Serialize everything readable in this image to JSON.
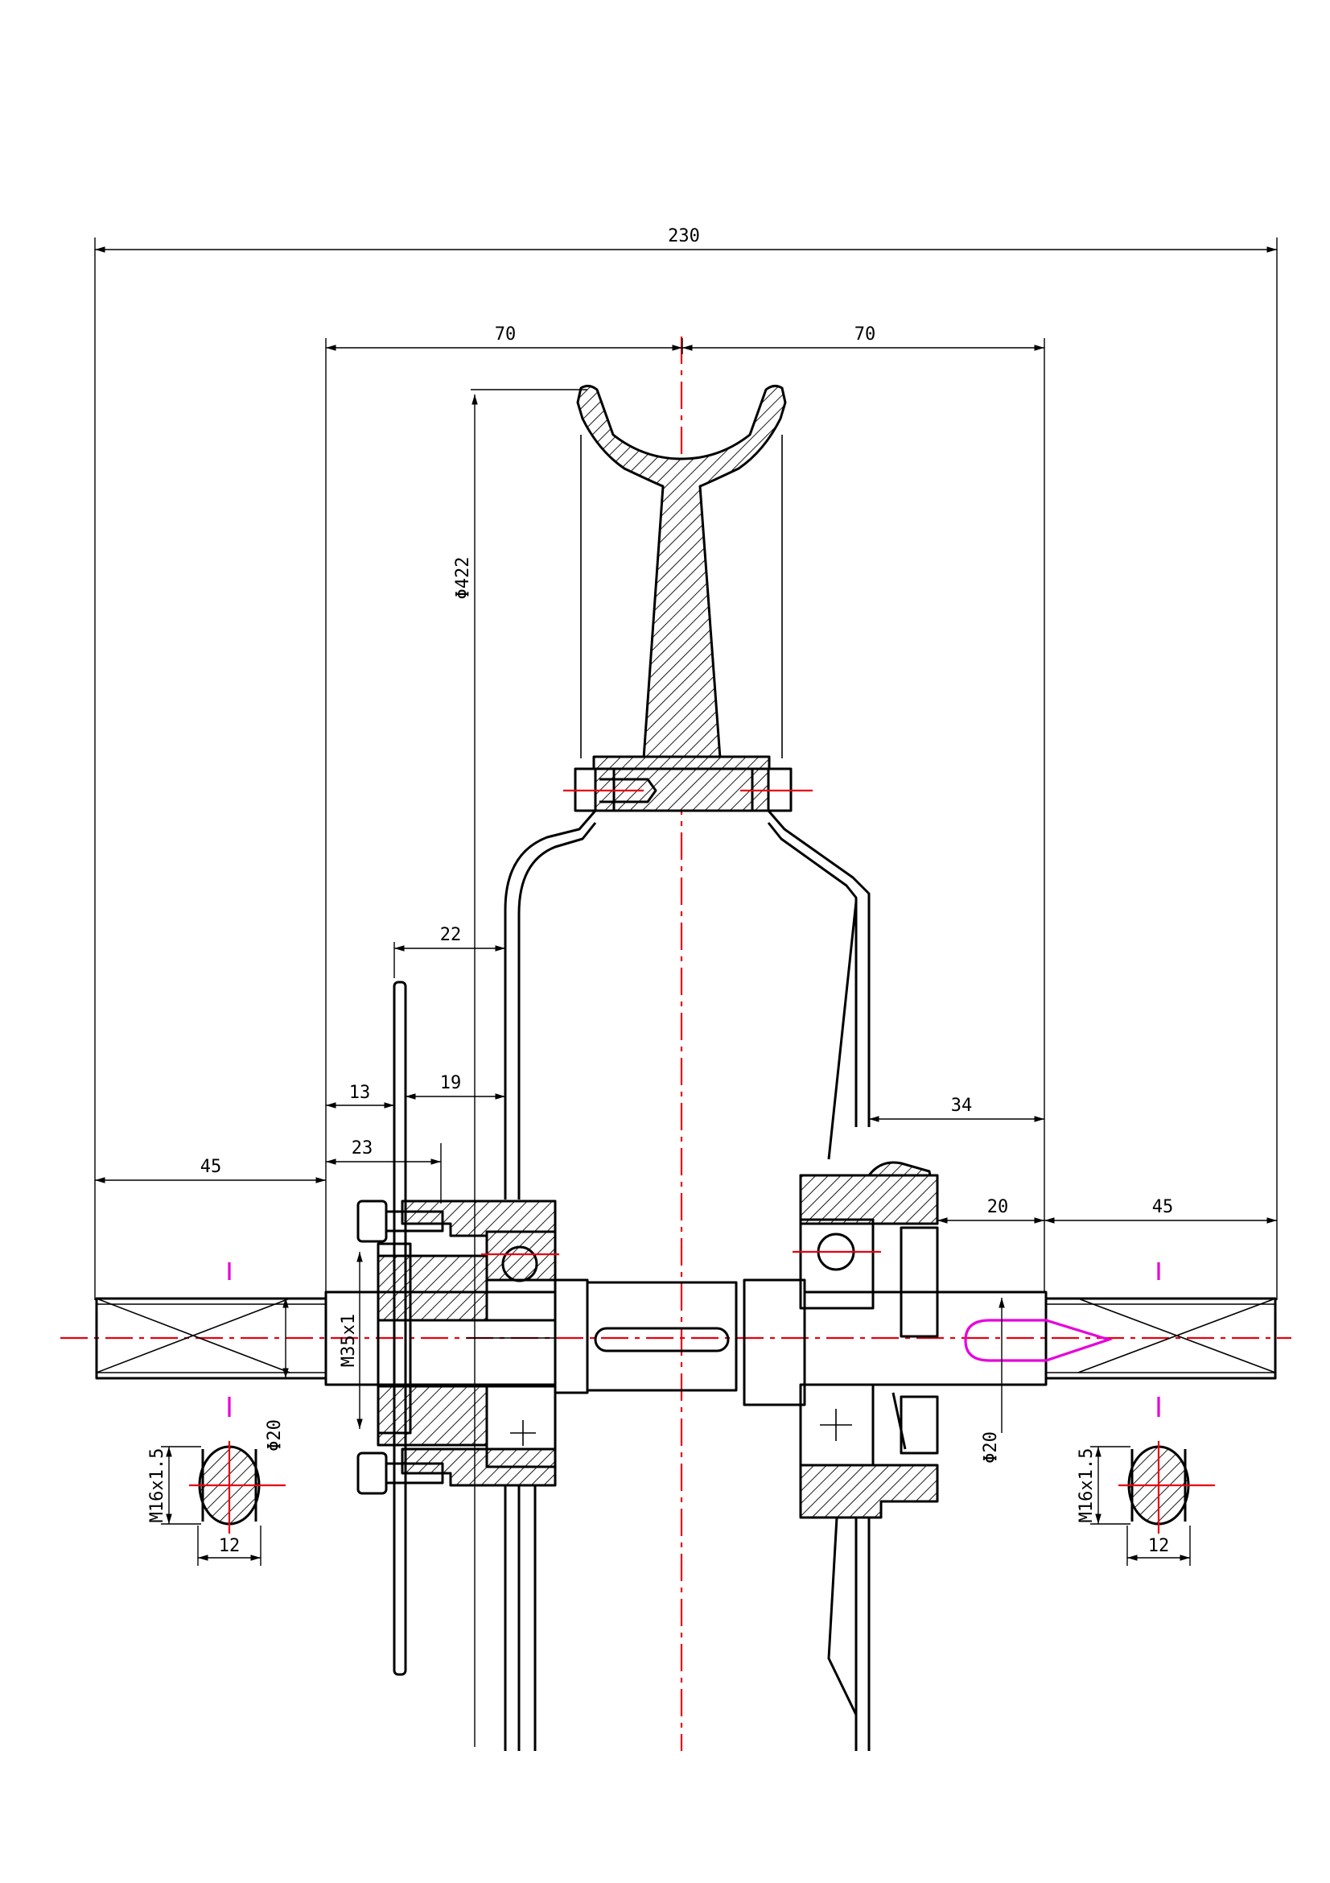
{
  "dimensions": {
    "overall_width": "230",
    "half_width_left": "70",
    "half_width_right": "70",
    "wheel_diameter": "Φ422",
    "disc_offset": "22",
    "left_offset_19": "19",
    "left_offset_13": "13",
    "left_offset_23": "23",
    "left_axle_length": "45",
    "right_hub_offset": "34",
    "right_offset_20": "20",
    "right_axle_length": "45",
    "thread_main": "M35x1",
    "left_axle_diameter": "Φ20",
    "right_axle_diameter": "Φ20",
    "left_section_thread": "M16x1.5",
    "left_section_width": "12",
    "right_section_thread": "M16x1.5",
    "right_section_width": "12"
  },
  "colors": {
    "outline": "#000000",
    "centerline": "#e8000f",
    "highlight": "#e600dc",
    "background": "#ffffff"
  }
}
